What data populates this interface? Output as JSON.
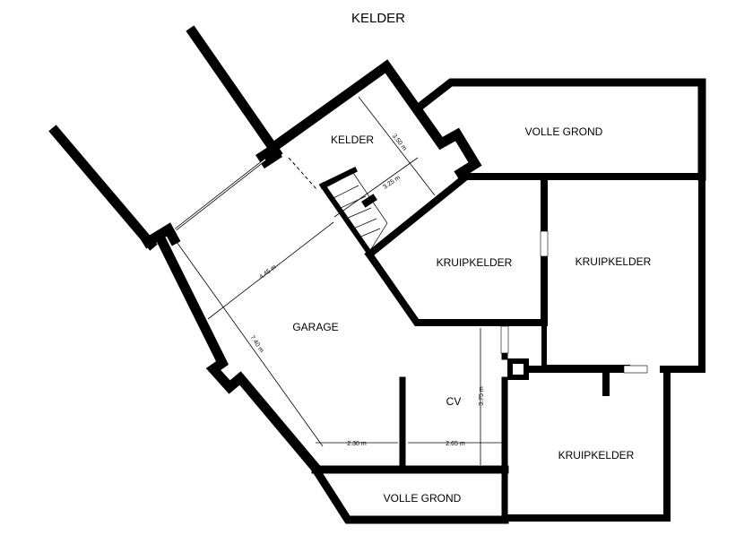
{
  "plan": {
    "title": "KELDER",
    "rooms": {
      "kelder": "KELDER",
      "volle_grond_top": "VOLLE GROND",
      "kruipkelder_middle": "KRUIPKELDER",
      "kruipkelder_right": "KRUIPKELDER",
      "garage": "GARAGE",
      "cv": "CV",
      "kruipkelder_bottom": "KRUIPKELDER",
      "volle_grond_bottom": "VOLLE GROND"
    },
    "dimensions": {
      "kelder_width": "3.25 m",
      "kelder_depth": "3.50 m",
      "garage_width": "4.45 m",
      "garage_length": "7.40 m",
      "garage_bottom": "2.30 m",
      "cv_width": "2.65 m",
      "cv_depth": "3.75 m"
    },
    "colors": {
      "wall": "#000000",
      "background": "#ffffff"
    }
  }
}
